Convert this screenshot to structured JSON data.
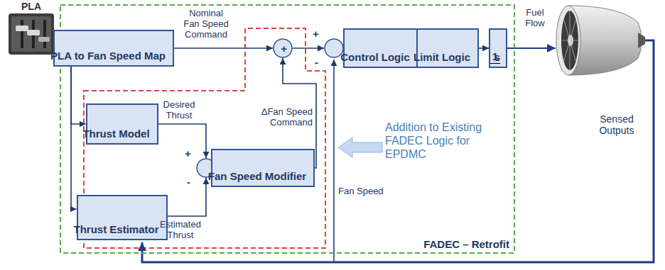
{
  "diagram": {
    "nodes": [
      {
        "text": [
          "PLA"
        ]
      },
      {
        "text": [
          "FADEC – Retrofit"
        ]
      },
      {
        "text": [
          "PLA to Fan Speed Map"
        ],
        "in": 1
      },
      {
        "text": [
          "+"
        ],
        "in": 1
      },
      {
        "text": [
          "+",
          "-"
        ],
        "in": 1
      },
      {
        "text": [
          "Control Logic"
        ],
        "in": 1
      },
      {
        "text": [
          "Limit Logic"
        ],
        "in": 1
      },
      {
        "text": [
          "1",
          "s"
        ],
        "in": 1
      },
      {
        "text": [
          "Thrust Model"
        ],
        "in": 1
      },
      {
        "text": [
          "+",
          "-"
        ],
        "in": 1
      },
      {
        "text": [
          "Fan Speed Modifier"
        ],
        "in": 1
      },
      {
        "text": [
          "Thrust Estimator"
        ],
        "in": 1
      }
    ],
    "edges": [
      {
        "from": 0,
        "to": 2,
        "arrow": "to"
      },
      {
        "from": 0,
        "to": 8,
        "arrow": "to"
      },
      {
        "from": 0,
        "to": 11,
        "arrow": "to"
      },
      {
        "from": 2,
        "to": 3,
        "label": "Nominal Fan Speed Command",
        "arrow": "to"
      },
      {
        "from": 3,
        "to": 4,
        "arrow": "to"
      },
      {
        "from": 4,
        "to": 5,
        "arrow": "to"
      },
      {
        "from": 5,
        "to": 6,
        "arrow": "to"
      },
      {
        "from": 6,
        "to": 7,
        "arrow": "to"
      },
      {
        "from": 8,
        "to": 9,
        "label": "Desired Thrust",
        "arrow": "to"
      },
      {
        "from": 11,
        "to": 9,
        "label": "Estimated Thrust",
        "arrow": "to"
      },
      {
        "from": 9,
        "to": 10,
        "arrow": "to"
      },
      {
        "from": 10,
        "to": 3,
        "label": "ΔFan Speed Command",
        "arrow": "to"
      }
    ],
    "labels": [
      "Fuel Flow",
      "Sensed Outputs",
      "Fan Speed",
      "Addition to Existing FADEC Logic for EPDMC"
    ]
  }
}
